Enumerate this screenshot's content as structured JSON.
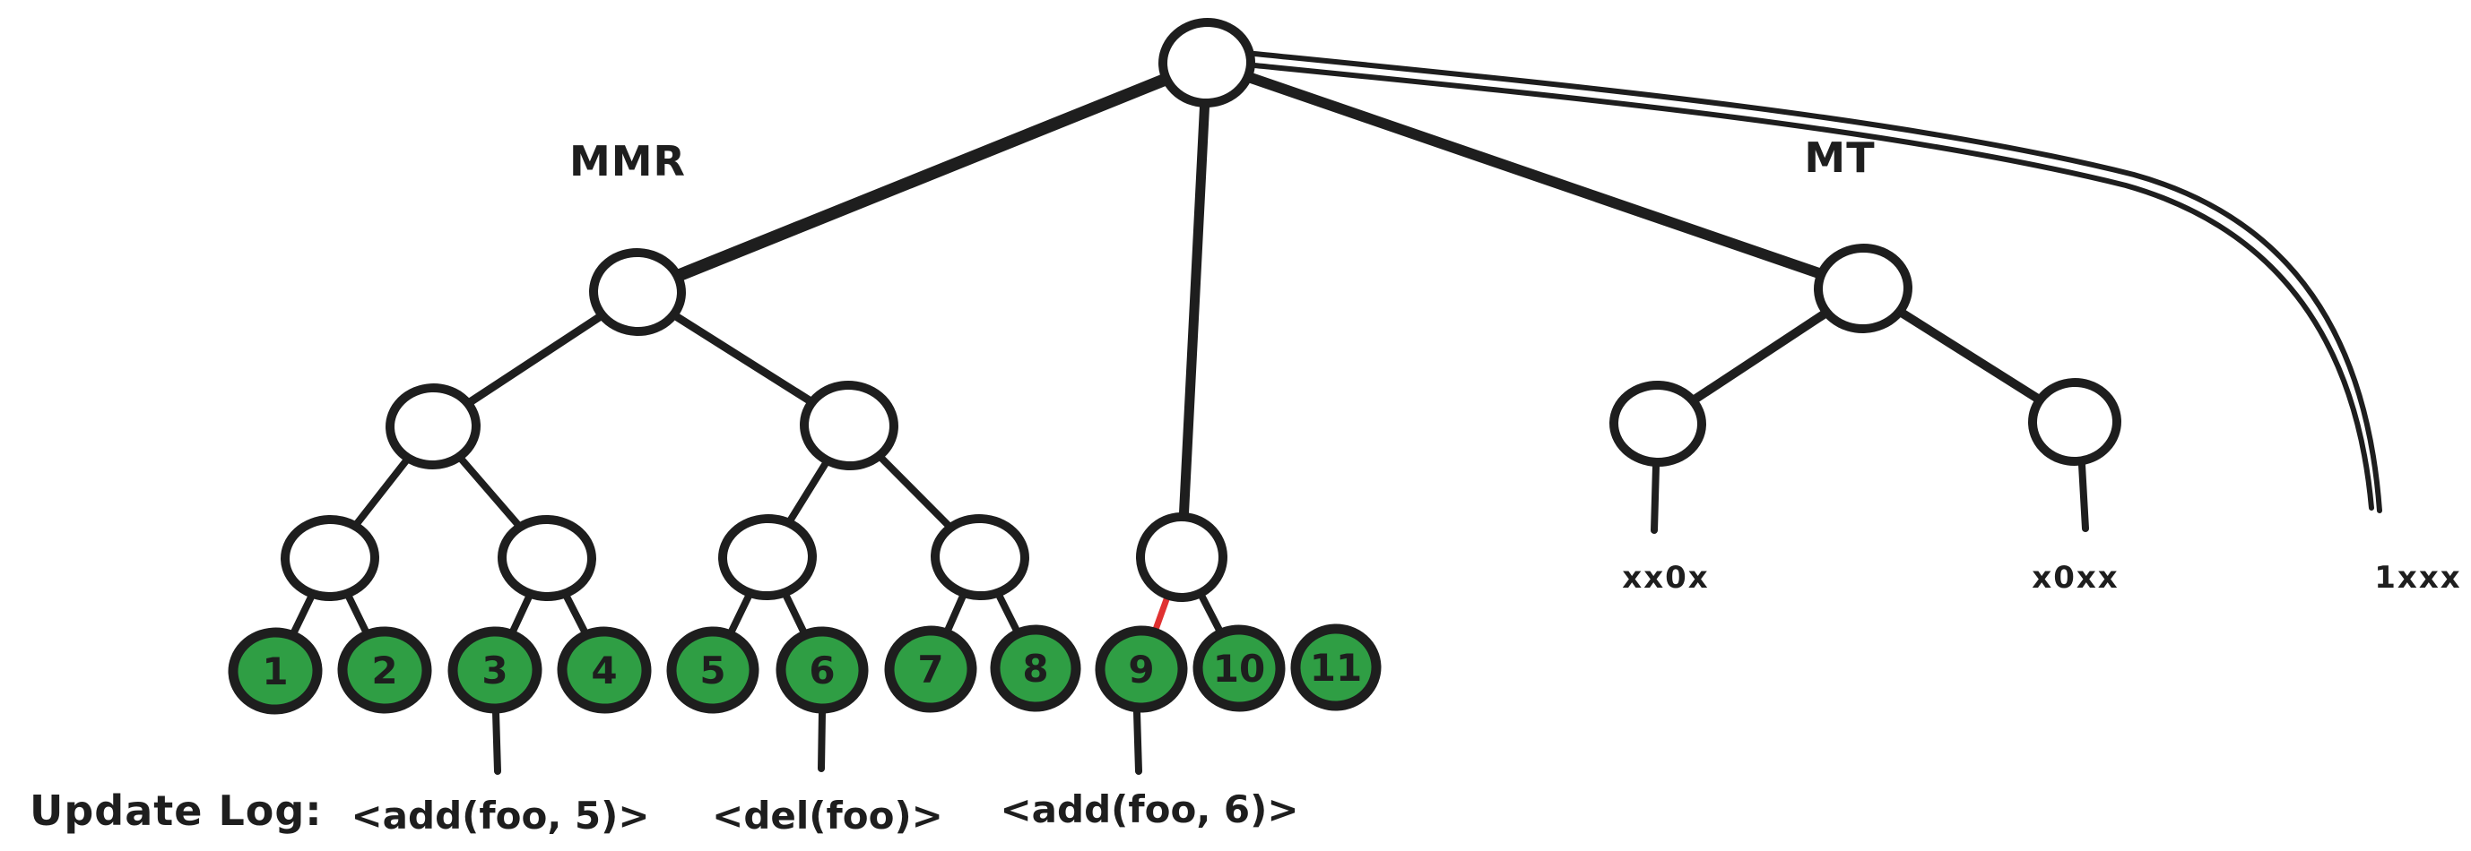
{
  "diagram": {
    "mmr_label": "MMR",
    "mt_label": "MT",
    "leaf_labels": [
      "1",
      "2",
      "3",
      "4",
      "5",
      "6",
      "7",
      "8",
      "9",
      "10",
      "11"
    ],
    "mt_leaf_labels": {
      "left": "xx0x",
      "right": "x0xx",
      "new_leaf": "1xxx"
    },
    "update_log": {
      "title": "Update Log:",
      "entries": [
        "<add(foo, 5)>",
        "<del(foo)>",
        "<add(foo, 6)>"
      ]
    }
  },
  "colors": {
    "stroke": "#1e1e1e",
    "leaf_fill": "#2f9e44",
    "highlight_edge": "#e03131",
    "background": "#ffffff"
  }
}
